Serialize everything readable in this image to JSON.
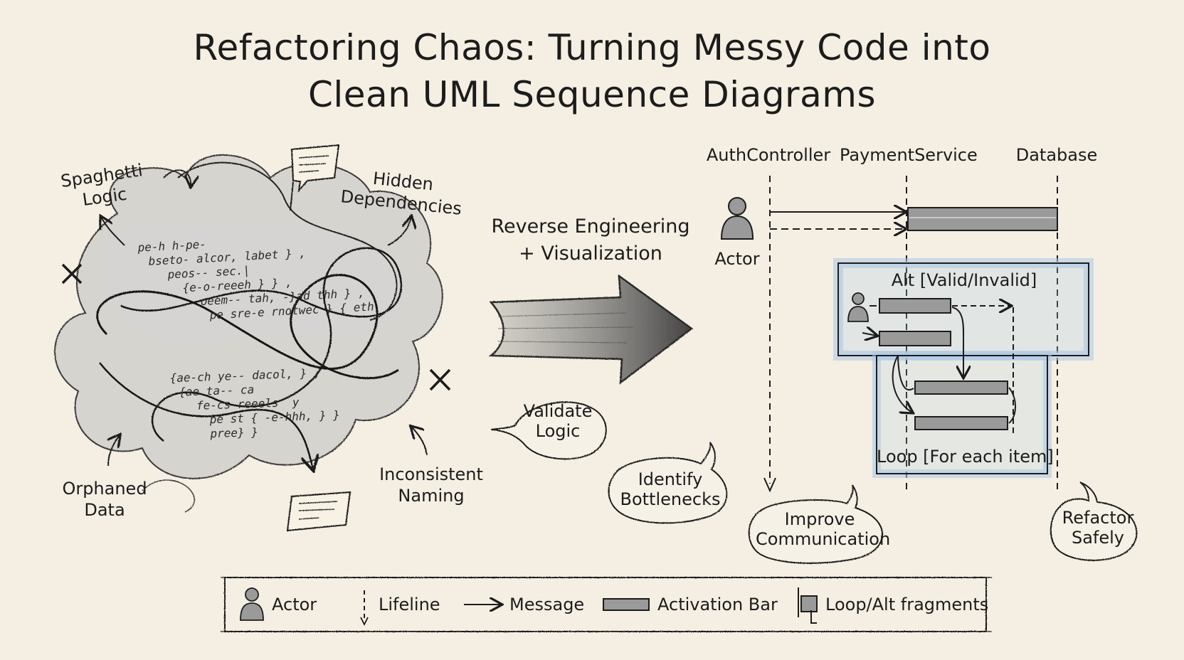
{
  "title": {
    "line1": "Refactoring Chaos: Turning Messy Code into",
    "line2": "Clean UML Sequence Diagrams"
  },
  "messy": {
    "labels": {
      "spaghetti": [
        "Spaghetti",
        "Logic"
      ],
      "hidden": [
        "Hidden",
        "Dependencies"
      ],
      "orphaned": [
        "Orphaned",
        "Data"
      ],
      "inconsistent": [
        "Inconsistent",
        "Naming"
      ]
    },
    "code_top": [
      "pe-h h-pe-",
      "bseto- alcor, labet } ,",
      "peos-- sec.|",
      "{e-o-reeeh } } ,",
      "oeem-- tah, -}ad thh } ,",
      "pe sre-e rnotwec } { eth"
    ],
    "code_bottom": [
      "{ae-ch ye-- dacol, } ,",
      "{ae ta-- ca",
      "fe-cs reeels  y",
      "pe st { -e-hhh, } }",
      "pree} }"
    ]
  },
  "process": {
    "arrow_label": [
      "Reverse Engineering",
      "+ Visualization"
    ],
    "bubbles": {
      "validate": [
        "Validate",
        "Logic"
      ],
      "bottlenecks": [
        "Identify",
        "Bottlenecks"
      ],
      "communication": [
        "Improve",
        "Communication"
      ],
      "refactor": [
        "Refactor",
        "Safely"
      ]
    }
  },
  "sequence": {
    "participants": [
      "AuthController",
      "PaymentService",
      "Database"
    ],
    "actor_label": "Actor",
    "alt_label": "Alt [Valid/Invalid]",
    "loop_label": "Loop [For each item]"
  },
  "legend": {
    "items": [
      "Actor",
      "Lifeline",
      "Message",
      "Activation Bar",
      "Loop/Alt fragments"
    ]
  },
  "colors": {
    "background": "#f4efe2",
    "ink": "#1c1c1c",
    "fragment_blue": "#a9c6e6",
    "bar_gray": "#8f8f8f"
  }
}
